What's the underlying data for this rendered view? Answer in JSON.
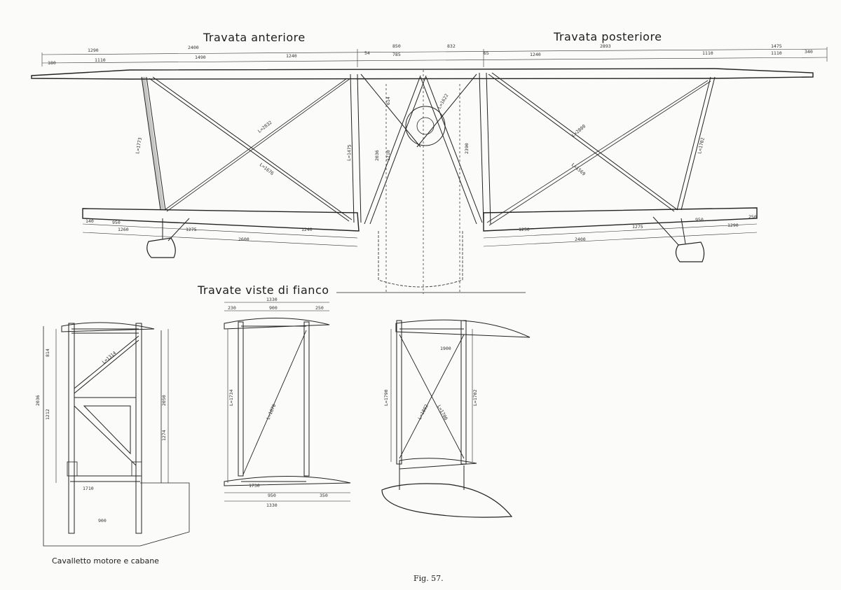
{
  "labels": {
    "front_truss": "Travata anteriore",
    "rear_truss": "Travata posteriore",
    "side_views": "Travate viste di fianco",
    "engine_cabane": "Cavalletto motore e cabane",
    "figure": "Fig. 57."
  },
  "dimensions": {
    "upper_wing": [
      "1290",
      "1110",
      "2400",
      "1490",
      "1240",
      "850",
      "785",
      "832",
      "1240",
      "2893",
      "1110",
      "1475",
      "1110",
      "180",
      "54",
      "65",
      "340"
    ],
    "lower_wing": [
      "140",
      "950",
      "1260",
      "1275",
      "2600",
      "1240",
      "1250",
      "2400",
      "1275",
      "950",
      "1290",
      "250"
    ],
    "struts": [
      "L=1773",
      "L=2832",
      "L=1676",
      "L=1475",
      "2036",
      "1210",
      "614",
      "2390",
      "L=2800",
      "L=1622",
      "L=1702",
      "L=1569"
    ],
    "side_view_1": [
      "1212",
      "2036",
      "L=1314",
      "814",
      "2050",
      "1274",
      "1710",
      "900"
    ],
    "side_view_2": [
      "1330",
      "230",
      "900",
      "250",
      "L=1734",
      "L=1870",
      "1730",
      "950",
      "350",
      "1330"
    ],
    "side_view_3": [
      "L=1790",
      "L=1702",
      "1900",
      "L=1802",
      "L=1700"
    ]
  },
  "colors": {
    "ink": "#222222",
    "paper": "#fbfbf9"
  }
}
